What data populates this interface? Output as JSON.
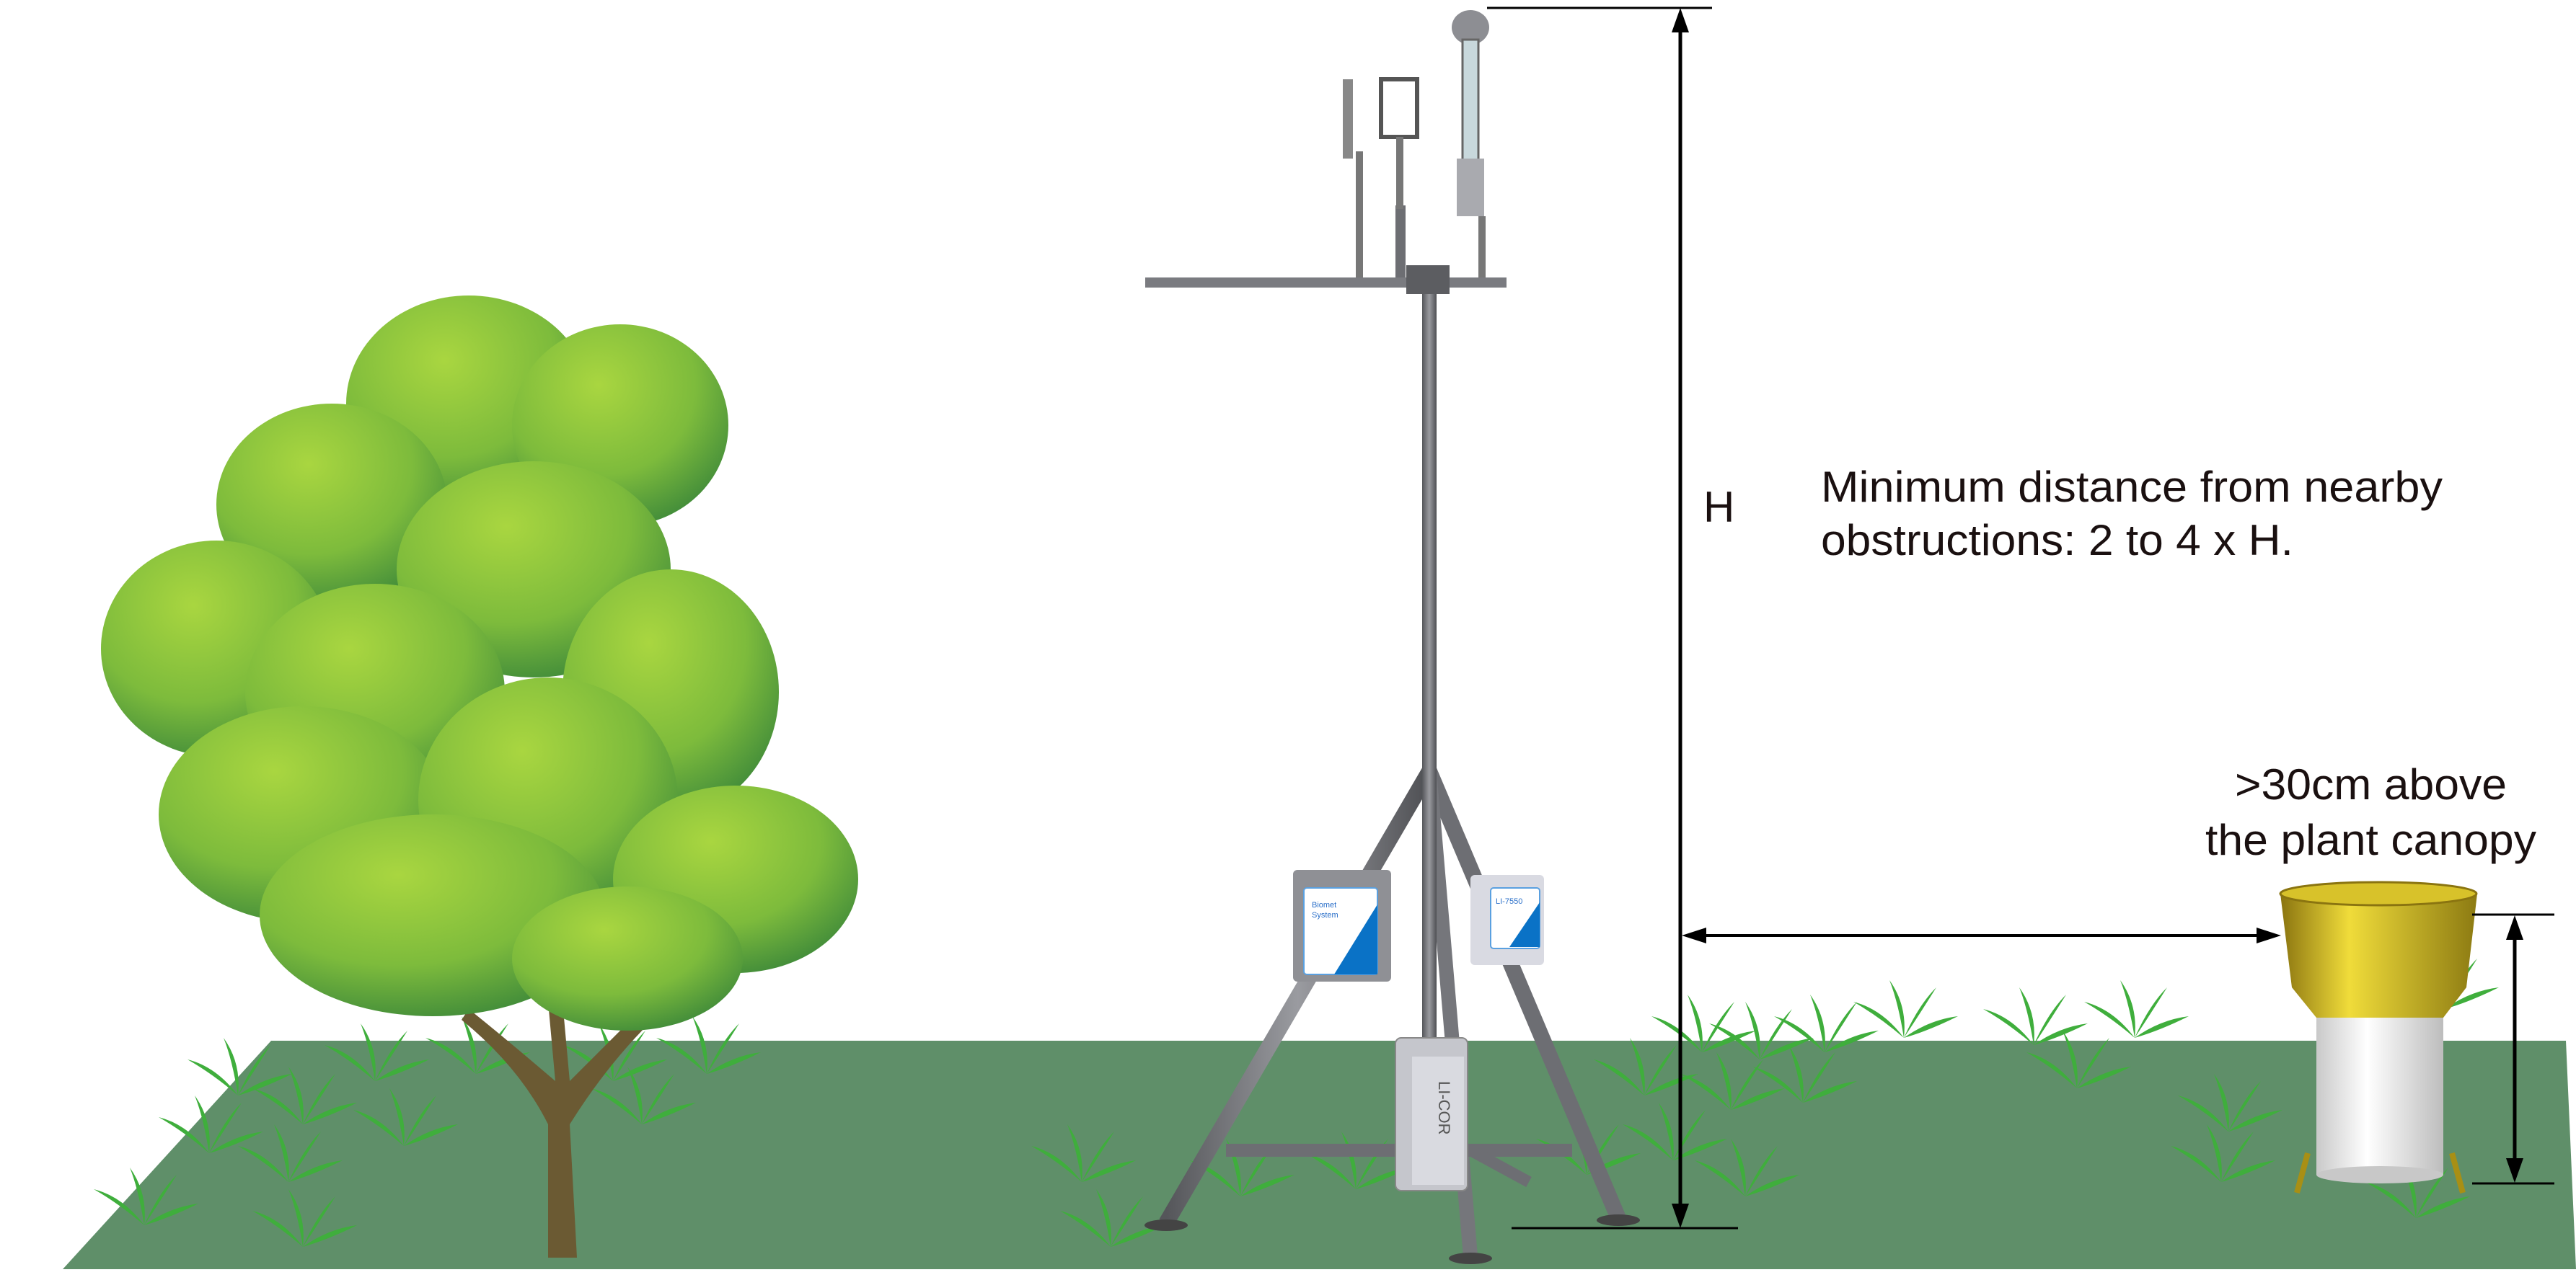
{
  "annotations": {
    "height_label": "H",
    "distance_line1": "Minimum distance from nearby",
    "distance_line2": "obstructions: 2 to 4 x H.",
    "gauge_line1": ">30cm above",
    "gauge_line2": "the plant canopy"
  },
  "equipment": {
    "biomet_box_line1": "Biomet",
    "biomet_box_line2": "System",
    "analyzer_box": "LI-7550",
    "licor_logo": "LI-COR"
  },
  "colors": {
    "ground": "#5f8f69",
    "foliage_light": "#9acd3c",
    "foliage_dark": "#3e8a3a",
    "trunk": "#6b5a33",
    "metal": "#6d6e73",
    "box_accent": "#0a72c6",
    "gauge_gold": "#c9a81a"
  }
}
